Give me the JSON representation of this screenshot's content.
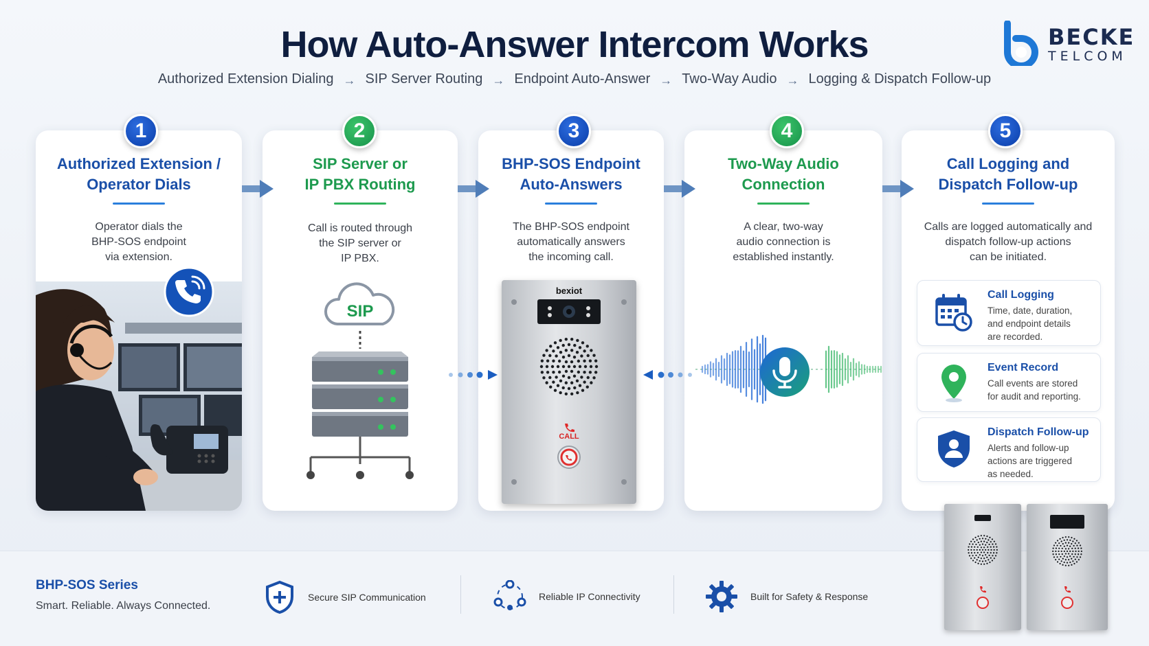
{
  "title": "How Auto-Answer Intercom Works",
  "flow": [
    "Authorized Extension Dialing",
    "SIP Server Routing",
    "Endpoint Auto-Answer",
    "Two-Way Audio",
    "Logging & Dispatch Follow-up"
  ],
  "flow_arrow": "→",
  "logo": {
    "line1": "BECKE",
    "line2": "TELCOM"
  },
  "steps": [
    {
      "num": "1",
      "title": "Authorized Extension /\nOperator Dials",
      "desc": "Operator dials the\nBHP-SOS endpoint\nvia extension."
    },
    {
      "num": "2",
      "title": "SIP Server or\nIP PBX Routing",
      "desc": "Call is routed through\nthe SIP server or\nIP PBX."
    },
    {
      "num": "3",
      "title": "BHP-SOS Endpoint\nAuto-Answers",
      "desc": "The BHP-SOS endpoint\nautomatically answers\nthe incoming call."
    },
    {
      "num": "4",
      "title": "Two-Way Audio\nConnection",
      "desc": "A clear, two-way\naudio connection is\nestablished instantly."
    },
    {
      "num": "5",
      "title": "Call Logging and\nDispatch Follow-up",
      "desc": "Calls are logged automatically and\ndispatch follow-up actions\ncan be initiated."
    }
  ],
  "sip_label": "SIP",
  "device": {
    "brand": "bexiot",
    "call_label": "CALL"
  },
  "features": [
    {
      "title": "Call Logging",
      "desc": "Time, date, duration,\nand endpoint details\nare recorded.",
      "icon": "calendar-clock-icon"
    },
    {
      "title": "Event Record",
      "desc": "Call events are stored\nfor audit and reporting.",
      "icon": "map-pin-icon"
    },
    {
      "title": "Dispatch Follow-up",
      "desc": "Alerts and follow-up\nactions are triggered\nas needed.",
      "icon": "shield-user-icon"
    }
  ],
  "footer": {
    "series_name": "BHP-SOS Series",
    "tagline": "Smart. Reliable. Always Connected.",
    "items": [
      {
        "label": "Secure SIP Communication",
        "icon": "shield-plus-icon"
      },
      {
        "label": "Reliable IP Connectivity",
        "icon": "network-nodes-icon"
      },
      {
        "label": "Built for Safety & Response",
        "icon": "gear-icon"
      }
    ]
  },
  "colors": {
    "blue": "#1a4fa8",
    "green": "#1d9a4e",
    "navy": "#0f1e3f"
  }
}
